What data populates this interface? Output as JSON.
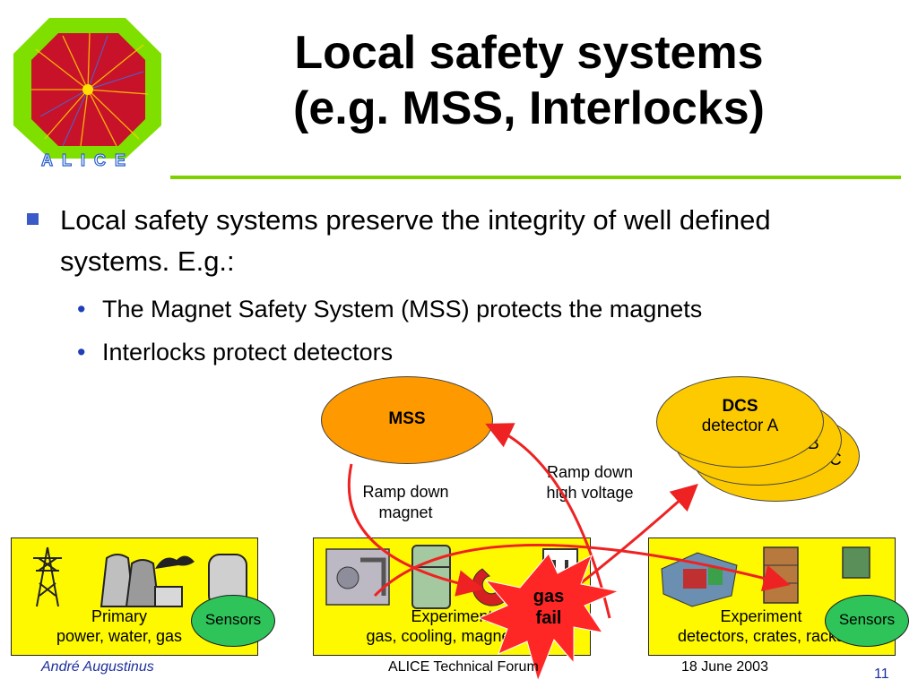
{
  "title": {
    "line1": "Local safety systems",
    "line2": "(e.g. MSS, Interlocks)"
  },
  "logo": {
    "text": "ALICE"
  },
  "bullets": {
    "main": "Local safety systems preserve the integrity of well defined systems. E.g.:",
    "sub": [
      "The Magnet Safety System (MSS) protects the magnets",
      "Interlocks protect detectors"
    ]
  },
  "diagram": {
    "mss": "MSS",
    "dcs": {
      "bold": "DCS",
      "line2": "detector A",
      "b_label": "B",
      "c_label": "C"
    },
    "ramp_magnet": {
      "line1": "Ramp down",
      "line2": "magnet"
    },
    "ramp_hv": {
      "line1": "Ramp down",
      "line2": "high voltage"
    },
    "box_left": {
      "line1": "Primary",
      "line2": "power, water, gas"
    },
    "box_mid": {
      "line1": "Experiment",
      "line2": "gas, cooling, magnet, ..."
    },
    "box_right": {
      "line1": "Experiment",
      "line2": "detectors, crates, racks"
    },
    "sensors_left": "Sensors",
    "sensors_right": "Sensors",
    "alarm": {
      "line1": "gas",
      "line2": "fail"
    }
  },
  "footer": {
    "author": "André Augustinus",
    "event": "ALICE Technical Forum",
    "date": "18 June 2003",
    "page": "11"
  },
  "colors": {
    "accent_rule": "#7fd000",
    "mss_fill": "#fe9a00",
    "dcs_fill": "#fdca00",
    "box_fill": "#fff900",
    "arrow": "#ee2222",
    "alarm": "#ff2626",
    "sensors": "#2ec45a"
  }
}
